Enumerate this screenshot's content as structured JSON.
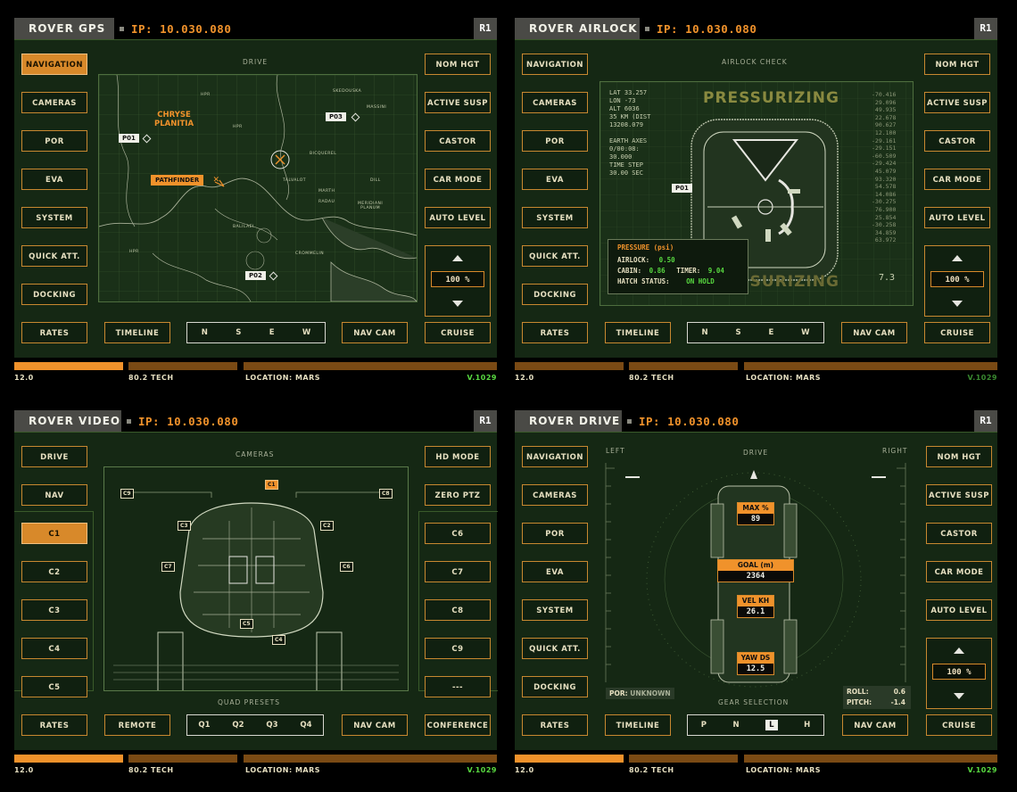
{
  "common": {
    "ip": "IP: 10.030.080",
    "r1": "R1",
    "footer": {
      "left": "12.0",
      "tech": "80.2 TECH",
      "location": "LOCATION: MARS",
      "version": "V.1029"
    },
    "compass": [
      "N",
      "S",
      "E",
      "W"
    ],
    "right_buttons": [
      "NOM HGT",
      "ACTIVE SUSP",
      "CASTOR",
      "CAR MODE",
      "AUTO LEVEL"
    ],
    "stepper_value": "100 %",
    "left_buttons": [
      "NAVIGATION",
      "CAMERAS",
      "POR",
      "EVA",
      "SYSTEM",
      "QUICK ATT.",
      "DOCKING"
    ],
    "rates": "RATES",
    "timeline": "TIMELINE",
    "navcam": "NAV CAM",
    "cruise": "CRUISE"
  },
  "gps": {
    "title": "ROVER GPS",
    "view_label": "DRIVE",
    "region": "CHRYSE\nPLANITIA",
    "poi": [
      "P01",
      "P02",
      "P03"
    ],
    "pathfinder": "PATHFINDER",
    "places": [
      "SKEDOUSKA",
      "MASSINI",
      "BICQUEREL",
      "TALVALOT",
      "MARTH",
      "RADAU",
      "DILL",
      "BALILAEI",
      "CROMMELIN",
      "MERIDIANI\nPLANUM",
      "HPR",
      "HPR",
      "HPR"
    ]
  },
  "airlock": {
    "title": "ROVER AIRLOCK",
    "view_label": "AIRLOCK CHECK",
    "status_top": "PRESSURIZING",
    "status_bottom": "PRESSURIZING",
    "telemetry": "LAT 33.257\nLON -73\nALT 6036\n35 KM (DIST\n13208.079\n\nEARTH AXES\n0/00:08:\n30.000\nTIME STEP\n30.00 SEC",
    "right_numbers": "-70.416\n29.096\n49.935\n22.678\n90.627\n12.100\n-29.161\n-29.151\n-60.509\n-29.424\n45.079\n93.320\n54.578\n14.086\n-30.275\n76.900\n25.854\n-30.258\n34.859\n63.972",
    "corner_value": "7.3",
    "poi": "P01",
    "pressure": {
      "title": "PRESSURE (psi)",
      "airlock_label": "AIRLOCK:",
      "airlock_value": "0.50",
      "cabin_label": "CABIN:",
      "cabin_value": "0.86",
      "timer_label": "TIMER:",
      "timer_value": "9.04",
      "hatch_label": "HATCH STATUS:",
      "hatch_value": "ON HOLD"
    }
  },
  "video": {
    "title": "ROVER VIDEO",
    "view_label": "CAMERAS",
    "presets_label": "QUAD PRESETS",
    "left_buttons": [
      "DRIVE",
      "NAV",
      "C1",
      "C2",
      "C3",
      "C4",
      "C5"
    ],
    "right_buttons": [
      "HD MODE",
      "ZERO PTZ",
      "C6",
      "C7",
      "C8",
      "C9",
      "---"
    ],
    "bottom_buttons": [
      "RATES",
      "REMOTE",
      "NAV CAM",
      "CONFERENCE"
    ],
    "quads": [
      "Q1",
      "Q2",
      "Q3",
      "Q4"
    ],
    "cam_tags": [
      "C9",
      "C1",
      "C8",
      "C3",
      "C2",
      "C7",
      "C6",
      "C5",
      "C4"
    ]
  },
  "drive": {
    "title": "ROVER DRIVE",
    "view_label": "DRIVE",
    "left_label": "LEFT",
    "right_label": "RIGHT",
    "gear_label": "GEAR SELECTION",
    "gears": [
      "P",
      "N",
      "L",
      "H"
    ],
    "selected_gear": "L",
    "por_label": "POR:",
    "por_value": "UNKNOWN",
    "roll_label": "ROLL:",
    "roll_value": "0.6",
    "pitch_label": "PITCH:",
    "pitch_value": "-1.4",
    "gauges": [
      {
        "label": "MAX %",
        "value": "89"
      },
      {
        "label": "GOAL (m)",
        "value": "2364"
      },
      {
        "label": "VEL KH",
        "value": "26.1"
      },
      {
        "label": "YAW DS",
        "value": "12.5"
      }
    ]
  },
  "colors": {
    "accent": "#f0922b",
    "panel_bg": "#152814",
    "version_green": "#58d840"
  }
}
